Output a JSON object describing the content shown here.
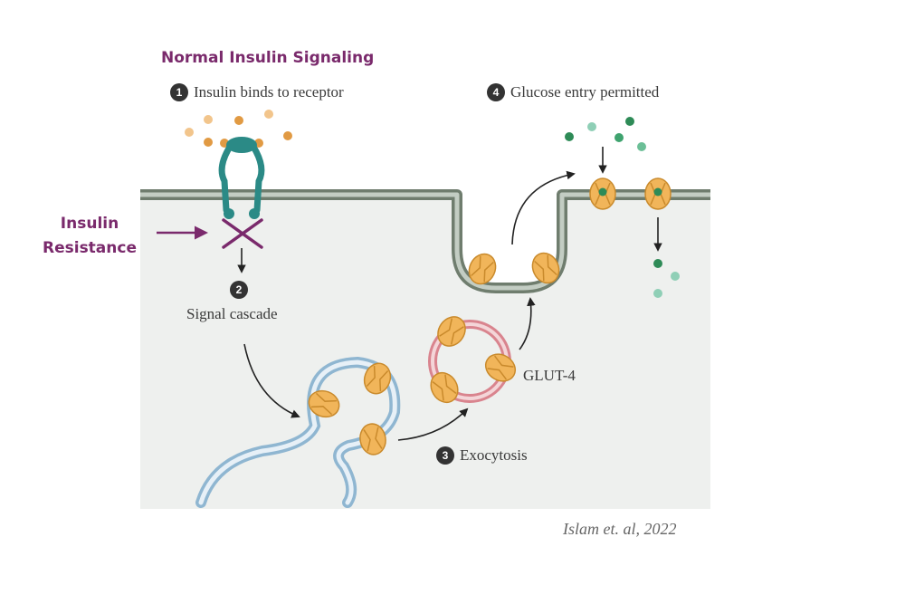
{
  "title": "Normal Insulin Signaling",
  "annotation": {
    "line1": "Insulin",
    "line2": "Resistance"
  },
  "steps": [
    {
      "number": "1",
      "label": "Insulin binds to receptor"
    },
    {
      "number": "2",
      "label": "Signal cascade"
    },
    {
      "number": "3",
      "label": "Exocytosis"
    },
    {
      "number": "4",
      "label": "Glucose entry permitted"
    }
  ],
  "transporter_label": "GLUT-4",
  "citation": "Islam et. al, 2022",
  "colors": {
    "title": "#7a2a6c",
    "cell_interior": "#eef0ee",
    "membrane": "#6f7d6e",
    "vesicle_membrane": "#b9d4e6",
    "glut4_vesicle": "#d9848e",
    "glut4": "#f1b55a",
    "glucose": "#2e8b57",
    "insulin": "#e19a43",
    "receptor": "#2b8a86",
    "block_mark": "#7a2a6c"
  }
}
